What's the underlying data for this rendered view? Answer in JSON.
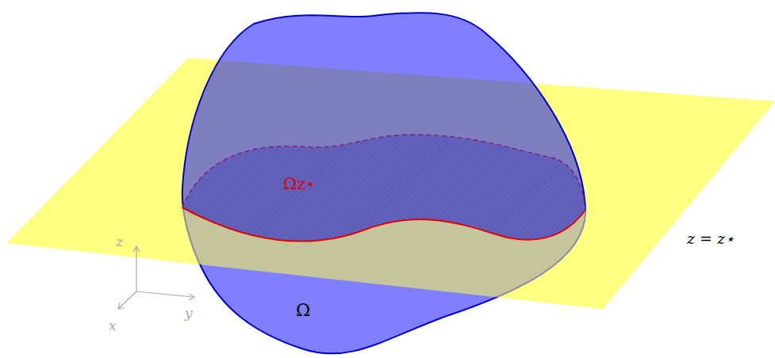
{
  "diagram": {
    "labels": [
      "Ωz⋆",
      "Ω",
      "z = z⋆",
      "z",
      "y",
      "x"
    ]
  }
}
